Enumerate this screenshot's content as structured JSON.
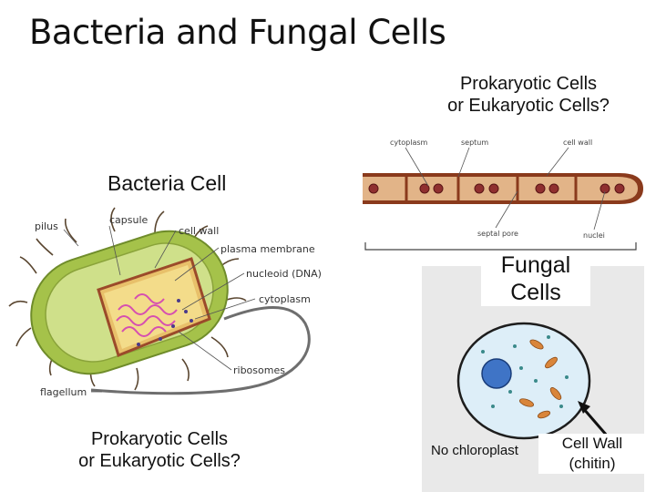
{
  "slide": {
    "title": "Bacteria and Fungal Cells",
    "question_top": [
      "Prokaryotic Cells",
      "or Eukaryotic Cells?"
    ],
    "question_bottom": [
      "Prokaryotic Cells",
      "or Eukaryotic Cells?"
    ]
  },
  "bacteria": {
    "heading": "Bacteria Cell",
    "labels": {
      "pilus": "pilus",
      "capsule": "capsule",
      "cell_wall": "cell wall",
      "plasma_membrane": "plasma membrane",
      "nucleoid": "nucleoid (DNA)",
      "cytoplasm": "cytoplasm",
      "ribosomes": "ribosomes",
      "flagellum": "flagellum"
    }
  },
  "hypha": {
    "labels": {
      "cytoplasm": "cytoplasm",
      "septum": "septum",
      "cell_wall": "cell wall",
      "septal_pore": "septal pore",
      "nuclei": "nuclei"
    }
  },
  "fungal": {
    "heading": [
      "Fungal",
      "Cells"
    ],
    "no_chloroplast": "No chloroplast",
    "cell_wall_note": [
      "Cell Wall",
      "(chitin)"
    ]
  }
}
